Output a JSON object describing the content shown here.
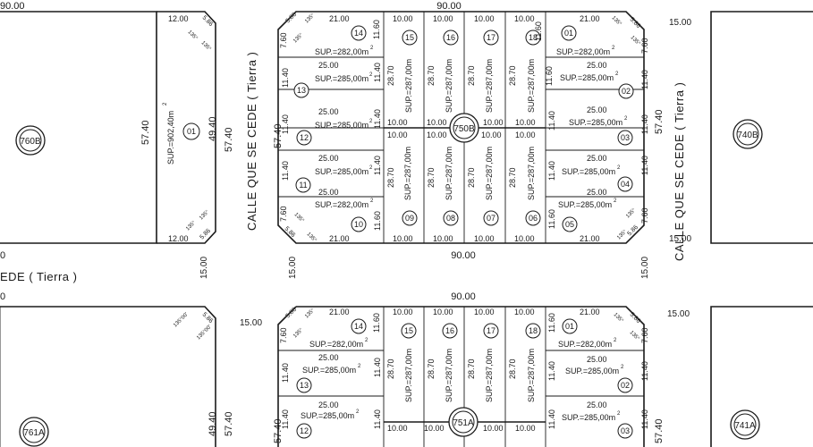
{
  "dims": {
    "w90": "90.00",
    "h57": "57.40",
    "h49": "49.40",
    "s15": "15.00",
    "l12": "12.00",
    "l21": "21.00",
    "l25": "25.00",
    "l10": "10.00",
    "l1140": "11.40",
    "l1160": "11.60",
    "l760": "7.60",
    "l586": "5.86",
    "l2870": "28.70",
    "edge0": "0"
  },
  "angles": {
    "a135": "135°",
    "a13500": "135°00'"
  },
  "roads": {
    "road_left": "CALLE QUE SE CEDE ( Tierra )",
    "road_right": "CALLE  QUE SE CEDE ( Tierra )",
    "road_mid": "EDE ( Tierra )"
  },
  "areas": {
    "s282": "SUP.=282,00m",
    "s285": "SUP.=285,00m",
    "s287": "SUP.=287,00m",
    "s902": "SUP.=902,40m",
    "sq": "2"
  },
  "blocks": {
    "b750B": "750B",
    "b760B": "760B",
    "b740B": "740B",
    "b751A": "751A",
    "b761A": "761A",
    "b741A": "741A"
  },
  "lots": {
    "l01": "01",
    "l02": "02",
    "l03": "03",
    "l04": "04",
    "l05": "05",
    "l06": "06",
    "l07": "07",
    "l08": "08",
    "l09": "09",
    "l10": "10",
    "l11": "11",
    "l12": "12",
    "l13": "13",
    "l14": "14",
    "l15": "15",
    "l16": "16",
    "l17": "17",
    "l18": "18"
  }
}
